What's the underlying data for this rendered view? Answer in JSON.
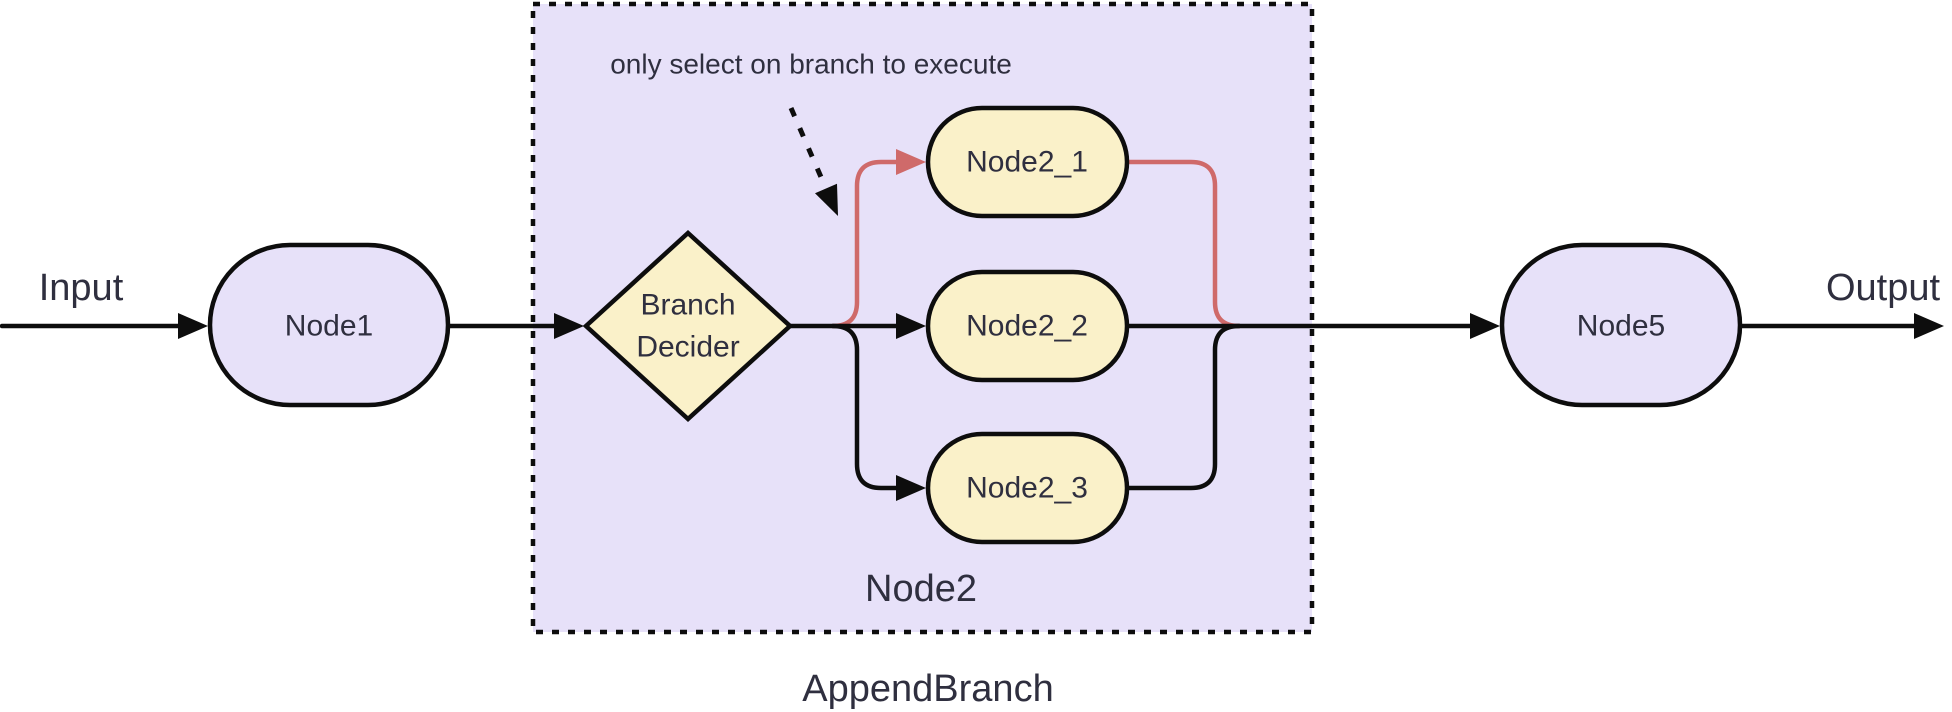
{
  "diagram": {
    "type": "flowchart",
    "caption": "AppendBranch",
    "cluster": {
      "label": "Node2"
    },
    "annotation": "only select on branch to execute",
    "io": {
      "input_label": "Input",
      "output_label": "Output"
    },
    "nodes": {
      "node1": {
        "label": "Node1"
      },
      "branch_decider": {
        "label_line1": "Branch",
        "label_line2": "Decider"
      },
      "node2_1": {
        "label": "Node2_1"
      },
      "node2_2": {
        "label": "Node2_2"
      },
      "node2_3": {
        "label": "Node2_3"
      },
      "node5": {
        "label": "Node5"
      }
    },
    "colors": {
      "canvas_bg": "#ffffff",
      "cluster_fill": "#e7e1f9",
      "node_fill_purple": "#e7e1f9",
      "node_fill_yellow": "#faf1c9",
      "stroke": "#0d0d0d",
      "selected_branch": "#cf6a6a",
      "text": "#2f2f3f"
    }
  }
}
